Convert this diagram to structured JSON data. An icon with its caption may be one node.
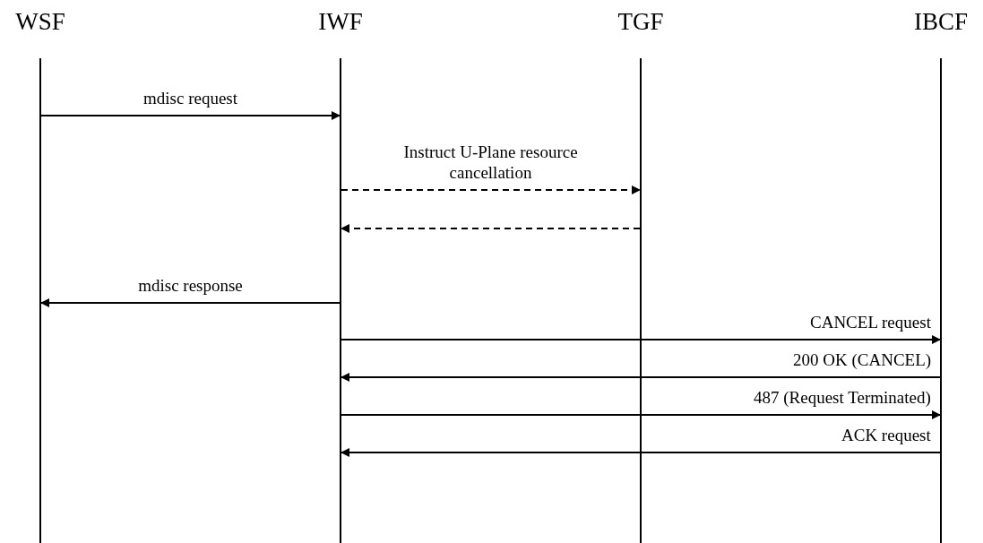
{
  "diagram": {
    "nodes": [
      {
        "text": [
          "WSF"
        ]
      },
      {
        "text": [
          "IWF"
        ]
      },
      {
        "text": [
          "TGF"
        ]
      },
      {
        "text": [
          "IBCF"
        ]
      }
    ],
    "edges": [
      {
        "from": 0,
        "to": 1,
        "arrow": "to",
        "label": "mdisc request"
      },
      {
        "from": 1,
        "to": 2,
        "arrow": "to",
        "label": "Instruct U-Plane resource cancellation",
        "style": "dashed"
      },
      {
        "from": 2,
        "to": 1,
        "arrow": "to",
        "style": "dashed"
      },
      {
        "from": 1,
        "to": 0,
        "arrow": "to",
        "label": "mdisc response"
      },
      {
        "from": 1,
        "to": 3,
        "arrow": "to",
        "label": "CANCEL request"
      },
      {
        "from": 3,
        "to": 1,
        "arrow": "to",
        "label": "200 OK (CANCEL)"
      },
      {
        "from": 1,
        "to": 3,
        "arrow": "to",
        "label": "487 (Request Terminated)"
      },
      {
        "from": 3,
        "to": 1,
        "arrow": "to",
        "label": "ACK request"
      }
    ]
  }
}
